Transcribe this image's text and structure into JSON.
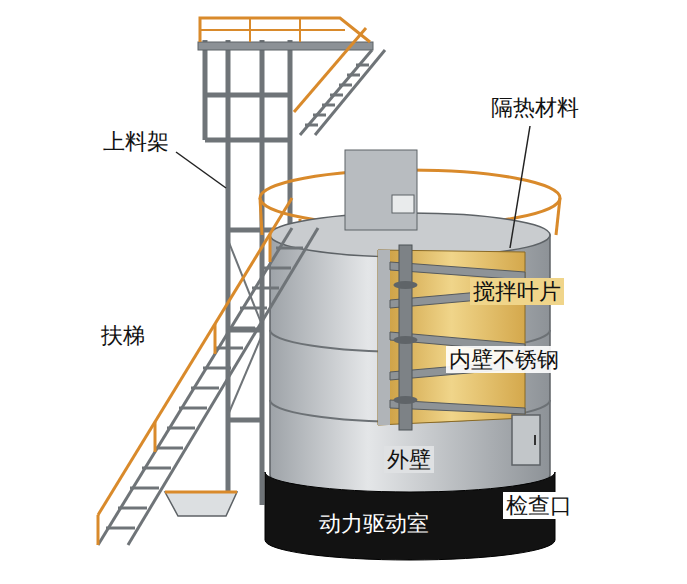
{
  "diagram": {
    "labels": [
      "上料架",
      "隔热材料",
      "搅拌叶片",
      "扶梯",
      "内壁不锈钢",
      "外壁",
      "检查口",
      "动力驱动室"
    ]
  }
}
